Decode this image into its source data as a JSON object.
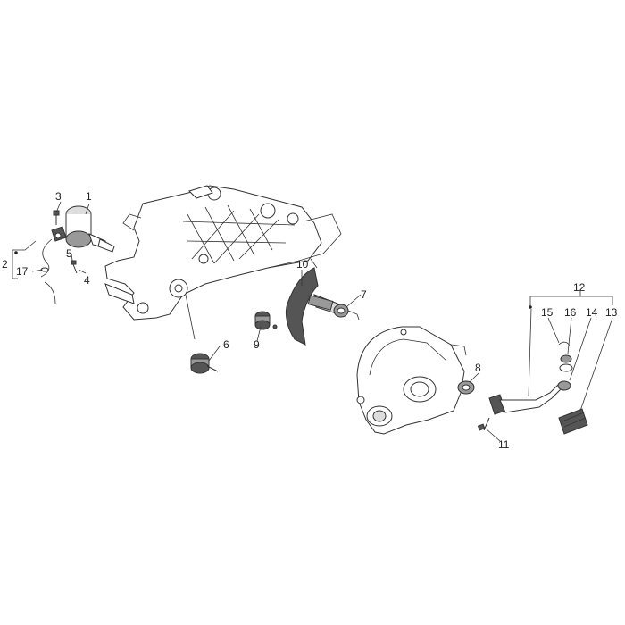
{
  "callouts": {
    "c1": "1",
    "c2": "2",
    "c3": "3",
    "c4": "4",
    "c5": "5",
    "c6": "6",
    "c7": "7",
    "c8": "8",
    "c9": "9",
    "c10": "10",
    "c11": "11",
    "c12": "12",
    "c13": "13",
    "c14": "14",
    "c15": "15",
    "c16": "16",
    "c17": "17"
  },
  "colors": {
    "line": "#333333",
    "paper": "#ffffff"
  }
}
